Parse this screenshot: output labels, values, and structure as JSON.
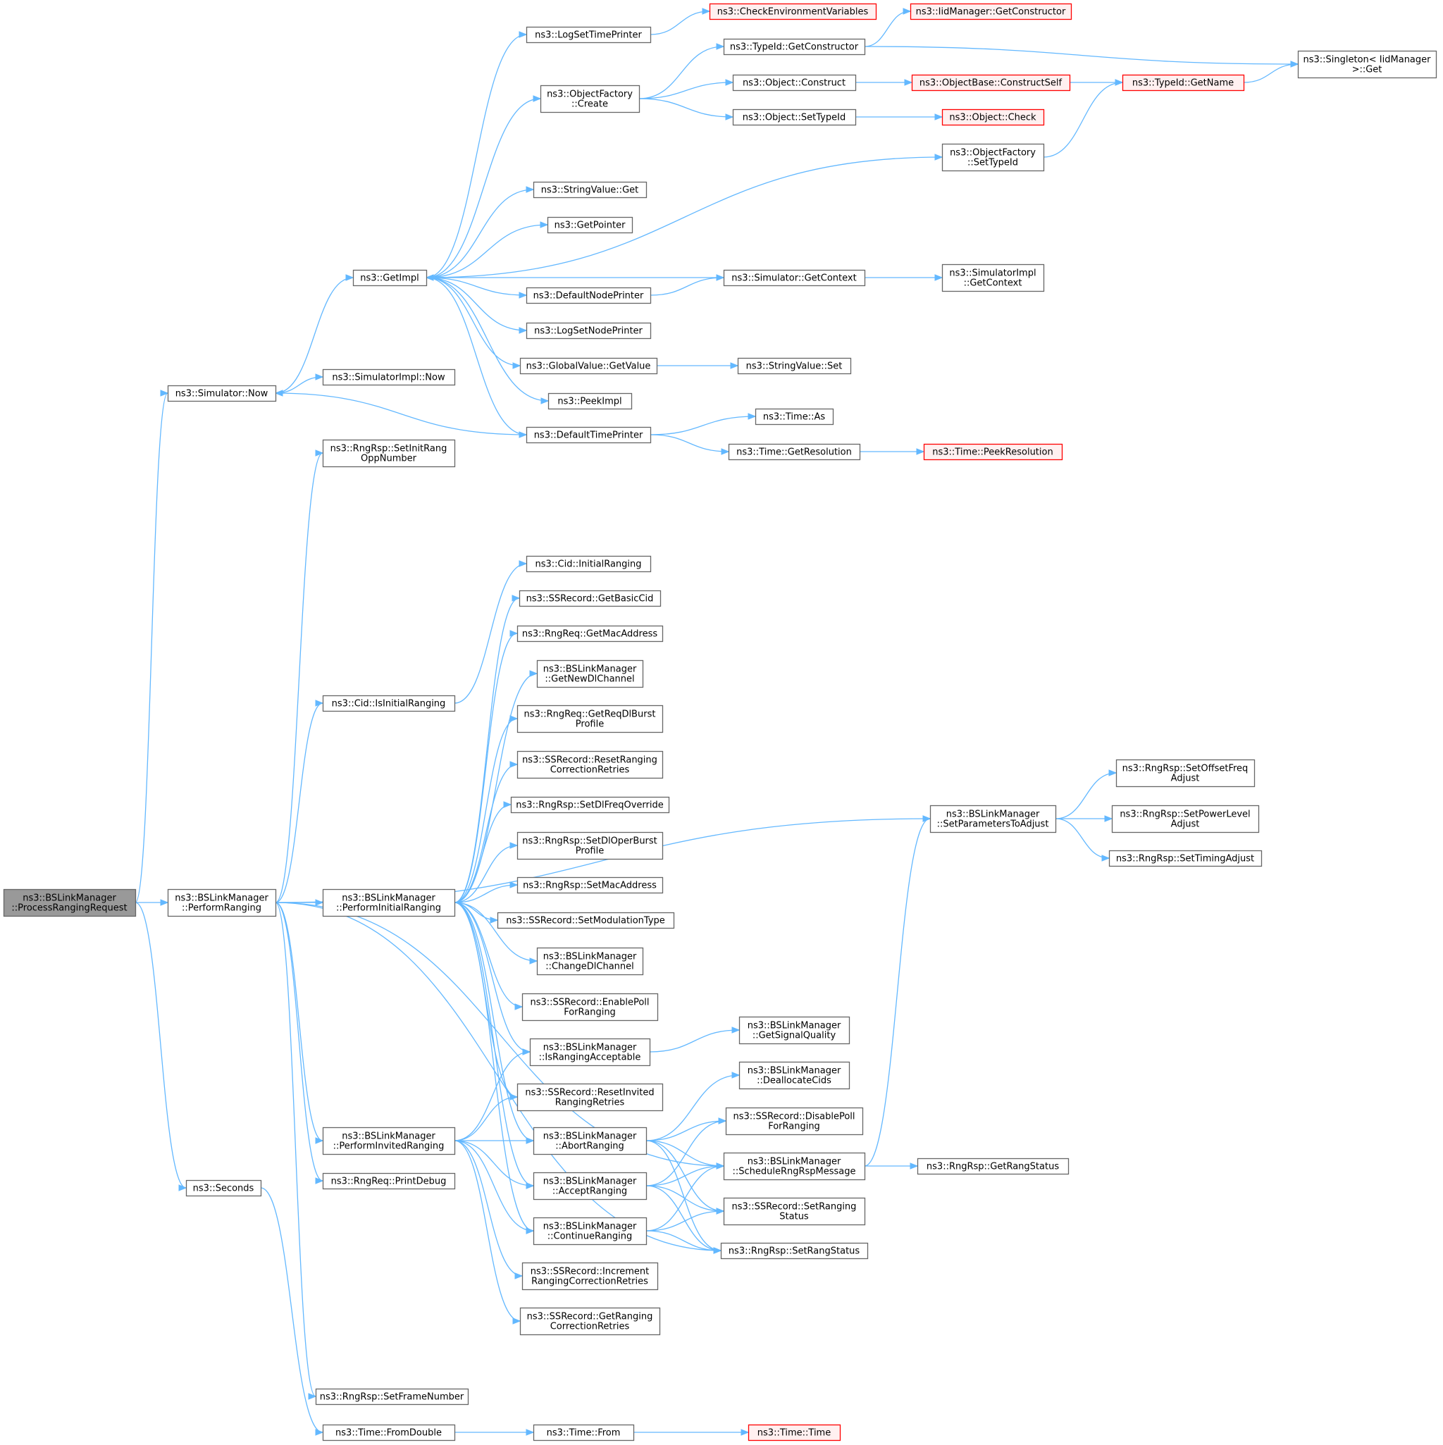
{
  "graph": {
    "type": "call-graph",
    "colors": {
      "edge": "#63b8ff",
      "node_border": "#666666",
      "root_fill": "#999999",
      "truncated_border": "#ff0000",
      "truncated_fill": "#fff0f0"
    },
    "nodes": [
      {
        "id": "processRanging",
        "lines": [
          "ns3::BSLinkManager",
          "::ProcessRangingRequest"
        ],
        "style": "root"
      },
      {
        "id": "performRanging",
        "lines": [
          "ns3::BSLinkManager",
          "::PerformRanging"
        ]
      },
      {
        "id": "seconds",
        "lines": [
          "ns3::Seconds"
        ]
      },
      {
        "id": "simNow",
        "lines": [
          "ns3::Simulator::Now"
        ]
      },
      {
        "id": "getImpl",
        "lines": [
          "ns3::GetImpl"
        ]
      },
      {
        "id": "simImplNow",
        "lines": [
          "ns3::SimulatorImpl::Now"
        ]
      },
      {
        "id": "setInitRang",
        "lines": [
          "ns3::RngRsp::SetInitRang",
          "OppNumber"
        ]
      },
      {
        "id": "cidIsInitial",
        "lines": [
          "ns3::Cid::IsInitialRanging"
        ]
      },
      {
        "id": "perfInitial",
        "lines": [
          "ns3::BSLinkManager",
          "::PerformInitialRanging"
        ]
      },
      {
        "id": "perfInvited",
        "lines": [
          "ns3::BSLinkManager",
          "::PerformInvitedRanging"
        ]
      },
      {
        "id": "printDebug",
        "lines": [
          "ns3::RngReq::PrintDebug"
        ]
      },
      {
        "id": "setFrameNumber",
        "lines": [
          "ns3::RngRsp::SetFrameNumber"
        ]
      },
      {
        "id": "fromDouble",
        "lines": [
          "ns3::Time::FromDouble"
        ]
      },
      {
        "id": "logSetTime",
        "lines": [
          "ns3::LogSetTimePrinter"
        ]
      },
      {
        "id": "objFactoryCreate",
        "lines": [
          "ns3::ObjectFactory",
          "::Create"
        ]
      },
      {
        "id": "stringValueGet",
        "lines": [
          "ns3::StringValue::Get"
        ]
      },
      {
        "id": "getPointer",
        "lines": [
          "ns3::GetPointer"
        ]
      },
      {
        "id": "defaultNodePrinter",
        "lines": [
          "ns3::DefaultNodePrinter"
        ]
      },
      {
        "id": "logSetNode",
        "lines": [
          "ns3::LogSetNodePrinter"
        ]
      },
      {
        "id": "globalGetValue",
        "lines": [
          "ns3::GlobalValue::GetValue"
        ]
      },
      {
        "id": "peekImpl",
        "lines": [
          "ns3::PeekImpl"
        ]
      },
      {
        "id": "defaultTimePrinter",
        "lines": [
          "ns3::DefaultTimePrinter"
        ]
      },
      {
        "id": "cidInitial",
        "lines": [
          "ns3::Cid::InitialRanging"
        ]
      },
      {
        "id": "getBasicCid",
        "lines": [
          "ns3::SSRecord::GetBasicCid"
        ]
      },
      {
        "id": "getMacAddress",
        "lines": [
          "ns3::RngReq::GetMacAddress"
        ]
      },
      {
        "id": "getNewDl",
        "lines": [
          "ns3::BSLinkManager",
          "::GetNewDlChannel"
        ]
      },
      {
        "id": "getReqDlBurst",
        "lines": [
          "ns3::RngReq::GetReqDlBurst",
          "Profile"
        ]
      },
      {
        "id": "resetRangingCorr",
        "lines": [
          "ns3::SSRecord::ResetRanging",
          "CorrectionRetries"
        ]
      },
      {
        "id": "setDlFreq",
        "lines": [
          "ns3::RngRsp::SetDlFreqOverride"
        ]
      },
      {
        "id": "setDlOperBurst",
        "lines": [
          "ns3::RngRsp::SetDlOperBurst",
          "Profile"
        ]
      },
      {
        "id": "setMacAddress",
        "lines": [
          "ns3::RngRsp::SetMacAddress"
        ]
      },
      {
        "id": "setModulation",
        "lines": [
          "ns3::SSRecord::SetModulationType"
        ]
      },
      {
        "id": "changeDl",
        "lines": [
          "ns3::BSLinkManager",
          "::ChangeDlChannel"
        ]
      },
      {
        "id": "enablePoll",
        "lines": [
          "ns3::SSRecord::EnablePoll",
          "ForRanging"
        ]
      },
      {
        "id": "isRangingAcceptable",
        "lines": [
          "ns3::BSLinkManager",
          "::IsRangingAcceptable"
        ]
      },
      {
        "id": "resetInvited",
        "lines": [
          "ns3::SSRecord::ResetInvited",
          "RangingRetries"
        ]
      },
      {
        "id": "abortRanging",
        "lines": [
          "ns3::BSLinkManager",
          "::AbortRanging"
        ]
      },
      {
        "id": "acceptRanging",
        "lines": [
          "ns3::BSLinkManager",
          "::AcceptRanging"
        ]
      },
      {
        "id": "continueRanging",
        "lines": [
          "ns3::BSLinkManager",
          "::ContinueRanging"
        ]
      },
      {
        "id": "incrementRanging",
        "lines": [
          "ns3::SSRecord::Increment",
          "RangingCorrectionRetries"
        ]
      },
      {
        "id": "getRangingCorr",
        "lines": [
          "ns3::SSRecord::GetRanging",
          "CorrectionRetries"
        ]
      },
      {
        "id": "timeFrom",
        "lines": [
          "ns3::Time::From"
        ]
      },
      {
        "id": "checkEnv",
        "lines": [
          "ns3::CheckEnvironmentVariables"
        ],
        "style": "truncated"
      },
      {
        "id": "typeIdGetConstructor",
        "lines": [
          "ns3::TypeId::GetConstructor"
        ]
      },
      {
        "id": "objectConstruct",
        "lines": [
          "ns3::Object::Construct"
        ]
      },
      {
        "id": "objectSetTypeId",
        "lines": [
          "ns3::Object::SetTypeId"
        ]
      },
      {
        "id": "objFactorySetTypeId",
        "lines": [
          "ns3::ObjectFactory",
          "::SetTypeId"
        ]
      },
      {
        "id": "simGetContext",
        "lines": [
          "ns3::Simulator::GetContext"
        ]
      },
      {
        "id": "stringValueSet",
        "lines": [
          "ns3::StringValue::Set"
        ]
      },
      {
        "id": "timeAs",
        "lines": [
          "ns3::Time::As"
        ]
      },
      {
        "id": "timeGetResolution",
        "lines": [
          "ns3::Time::GetResolution"
        ]
      },
      {
        "id": "getSignalQuality",
        "lines": [
          "ns3::BSLinkManager",
          "::GetSignalQuality"
        ]
      },
      {
        "id": "deallocateCids",
        "lines": [
          "ns3::BSLinkManager",
          "::DeallocateCids"
        ]
      },
      {
        "id": "disablePoll",
        "lines": [
          "ns3::SSRecord::DisablePoll",
          "ForRanging"
        ]
      },
      {
        "id": "scheduleRngRsp",
        "lines": [
          "ns3::BSLinkManager",
          "::ScheduleRngRspMessage"
        ]
      },
      {
        "id": "setRangingStatus",
        "lines": [
          "ns3::SSRecord::SetRanging",
          "Status"
        ]
      },
      {
        "id": "setRangStatus",
        "lines": [
          "ns3::RngRsp::SetRangStatus"
        ]
      },
      {
        "id": "iidGetConstructor",
        "lines": [
          "ns3::IidManager::GetConstructor"
        ],
        "style": "truncated"
      },
      {
        "id": "constructSelf",
        "lines": [
          "ns3::ObjectBase::ConstructSelf"
        ],
        "style": "truncated"
      },
      {
        "id": "objectCheck",
        "lines": [
          "ns3::Object::Check"
        ],
        "style": "truncated"
      },
      {
        "id": "simImplGetContext",
        "lines": [
          "ns3::SimulatorImpl",
          "::GetContext"
        ]
      },
      {
        "id": "peekResolution",
        "lines": [
          "ns3::Time::PeekResolution"
        ],
        "style": "truncated"
      },
      {
        "id": "getRangStatus",
        "lines": [
          "ns3::RngRsp::GetRangStatus"
        ]
      },
      {
        "id": "timeTime",
        "lines": [
          "ns3::Time::Time"
        ],
        "style": "truncated"
      },
      {
        "id": "setParamsToAdjust",
        "lines": [
          "ns3::BSLinkManager",
          "::SetParametersToAdjust"
        ]
      },
      {
        "id": "typeIdGetName",
        "lines": [
          "ns3::TypeId::GetName"
        ],
        "style": "truncated"
      },
      {
        "id": "singletonGet",
        "lines": [
          "ns3::Singleton< IidManager",
          " >::Get"
        ]
      },
      {
        "id": "setOffsetFreq",
        "lines": [
          "ns3::RngRsp::SetOffsetFreq",
          "Adjust"
        ]
      },
      {
        "id": "setPowerLevel",
        "lines": [
          "ns3::RngRsp::SetPowerLevel",
          "Adjust"
        ]
      },
      {
        "id": "setTimingAdjust",
        "lines": [
          "ns3::RngRsp::SetTimingAdjust"
        ]
      }
    ],
    "edges": [
      [
        "processRanging",
        "performRanging"
      ],
      [
        "processRanging",
        "simNow"
      ],
      [
        "processRanging",
        "seconds"
      ],
      [
        "simNow",
        "getImpl"
      ],
      [
        "simNow",
        "simImplNow"
      ],
      [
        "getImpl",
        "logSetTime"
      ],
      [
        "getImpl",
        "objFactoryCreate"
      ],
      [
        "getImpl",
        "objFactorySetTypeId"
      ],
      [
        "getImpl",
        "stringValueGet"
      ],
      [
        "getImpl",
        "getPointer"
      ],
      [
        "getImpl",
        "defaultNodePrinter"
      ],
      [
        "getImpl",
        "logSetNode"
      ],
      [
        "getImpl",
        "globalGetValue"
      ],
      [
        "getImpl",
        "peekImpl"
      ],
      [
        "getImpl",
        "defaultTimePrinter"
      ],
      [
        "logSetTime",
        "checkEnv"
      ],
      [
        "objFactoryCreate",
        "typeIdGetConstructor"
      ],
      [
        "objFactoryCreate",
        "objectConstruct"
      ],
      [
        "objFactoryCreate",
        "objectSetTypeId"
      ],
      [
        "typeIdGetConstructor",
        "iidGetConstructor"
      ],
      [
        "typeIdGetConstructor",
        "singletonGet"
      ],
      [
        "objectConstruct",
        "constructSelf"
      ],
      [
        "constructSelf",
        "typeIdGetName"
      ],
      [
        "typeIdGetName",
        "singletonGet"
      ],
      [
        "objectSetTypeId",
        "objectCheck"
      ],
      [
        "objFactorySetTypeId",
        "typeIdGetName"
      ],
      [
        "defaultNodePrinter",
        "simGetContext"
      ],
      [
        "simGetContext",
        "getImpl"
      ],
      [
        "simGetContext",
        "simImplGetContext"
      ],
      [
        "globalGetValue",
        "stringValueSet"
      ],
      [
        "defaultTimePrinter",
        "simNow"
      ],
      [
        "defaultTimePrinter",
        "timeAs"
      ],
      [
        "defaultTimePrinter",
        "timeGetResolution"
      ],
      [
        "timeGetResolution",
        "peekResolution"
      ],
      [
        "performRanging",
        "setInitRang"
      ],
      [
        "performRanging",
        "scheduleRngRsp"
      ],
      [
        "performRanging",
        "setParamsToAdjust"
      ],
      [
        "performRanging",
        "cidIsInitial"
      ],
      [
        "performRanging",
        "perfInitial"
      ],
      [
        "performRanging",
        "perfInvited"
      ],
      [
        "performRanging",
        "printDebug"
      ],
      [
        "performRanging",
        "setRangStatus"
      ],
      [
        "performRanging",
        "setFrameNumber"
      ],
      [
        "cidIsInitial",
        "cidInitial"
      ],
      [
        "perfInitial",
        "getBasicCid"
      ],
      [
        "perfInitial",
        "getMacAddress"
      ],
      [
        "perfInitial",
        "getNewDl"
      ],
      [
        "perfInitial",
        "getReqDlBurst"
      ],
      [
        "perfInitial",
        "resetRangingCorr"
      ],
      [
        "perfInitial",
        "setDlFreq"
      ],
      [
        "perfInitial",
        "setDlOperBurst"
      ],
      [
        "perfInitial",
        "setMacAddress"
      ],
      [
        "perfInitial",
        "setModulation"
      ],
      [
        "perfInitial",
        "changeDl"
      ],
      [
        "perfInitial",
        "enablePoll"
      ],
      [
        "perfInitial",
        "isRangingAcceptable"
      ],
      [
        "perfInitial",
        "resetInvited"
      ],
      [
        "perfInitial",
        "abortRanging"
      ],
      [
        "perfInitial",
        "acceptRanging"
      ],
      [
        "perfInitial",
        "continueRanging"
      ],
      [
        "perfInvited",
        "isRangingAcceptable"
      ],
      [
        "perfInvited",
        "resetInvited"
      ],
      [
        "perfInvited",
        "abortRanging"
      ],
      [
        "perfInvited",
        "acceptRanging"
      ],
      [
        "perfInvited",
        "continueRanging"
      ],
      [
        "perfInvited",
        "incrementRanging"
      ],
      [
        "perfInvited",
        "getRangingCorr"
      ],
      [
        "isRangingAcceptable",
        "getSignalQuality"
      ],
      [
        "abortRanging",
        "deallocateCids"
      ],
      [
        "abortRanging",
        "disablePoll"
      ],
      [
        "abortRanging",
        "scheduleRngRsp"
      ],
      [
        "abortRanging",
        "setRangingStatus"
      ],
      [
        "abortRanging",
        "setRangStatus"
      ],
      [
        "acceptRanging",
        "disablePoll"
      ],
      [
        "acceptRanging",
        "scheduleRngRsp"
      ],
      [
        "acceptRanging",
        "setRangingStatus"
      ],
      [
        "acceptRanging",
        "setRangStatus"
      ],
      [
        "continueRanging",
        "scheduleRngRsp"
      ],
      [
        "continueRanging",
        "setRangingStatus"
      ],
      [
        "continueRanging",
        "setRangStatus"
      ],
      [
        "scheduleRngRsp",
        "getRangStatus"
      ],
      [
        "scheduleRngRsp",
        "setParamsToAdjust"
      ],
      [
        "setParamsToAdjust",
        "setOffsetFreq"
      ],
      [
        "setParamsToAdjust",
        "setPowerLevel"
      ],
      [
        "setParamsToAdjust",
        "setTimingAdjust"
      ],
      [
        "seconds",
        "fromDouble"
      ],
      [
        "fromDouble",
        "timeFrom"
      ],
      [
        "timeFrom",
        "timeTime"
      ]
    ]
  }
}
